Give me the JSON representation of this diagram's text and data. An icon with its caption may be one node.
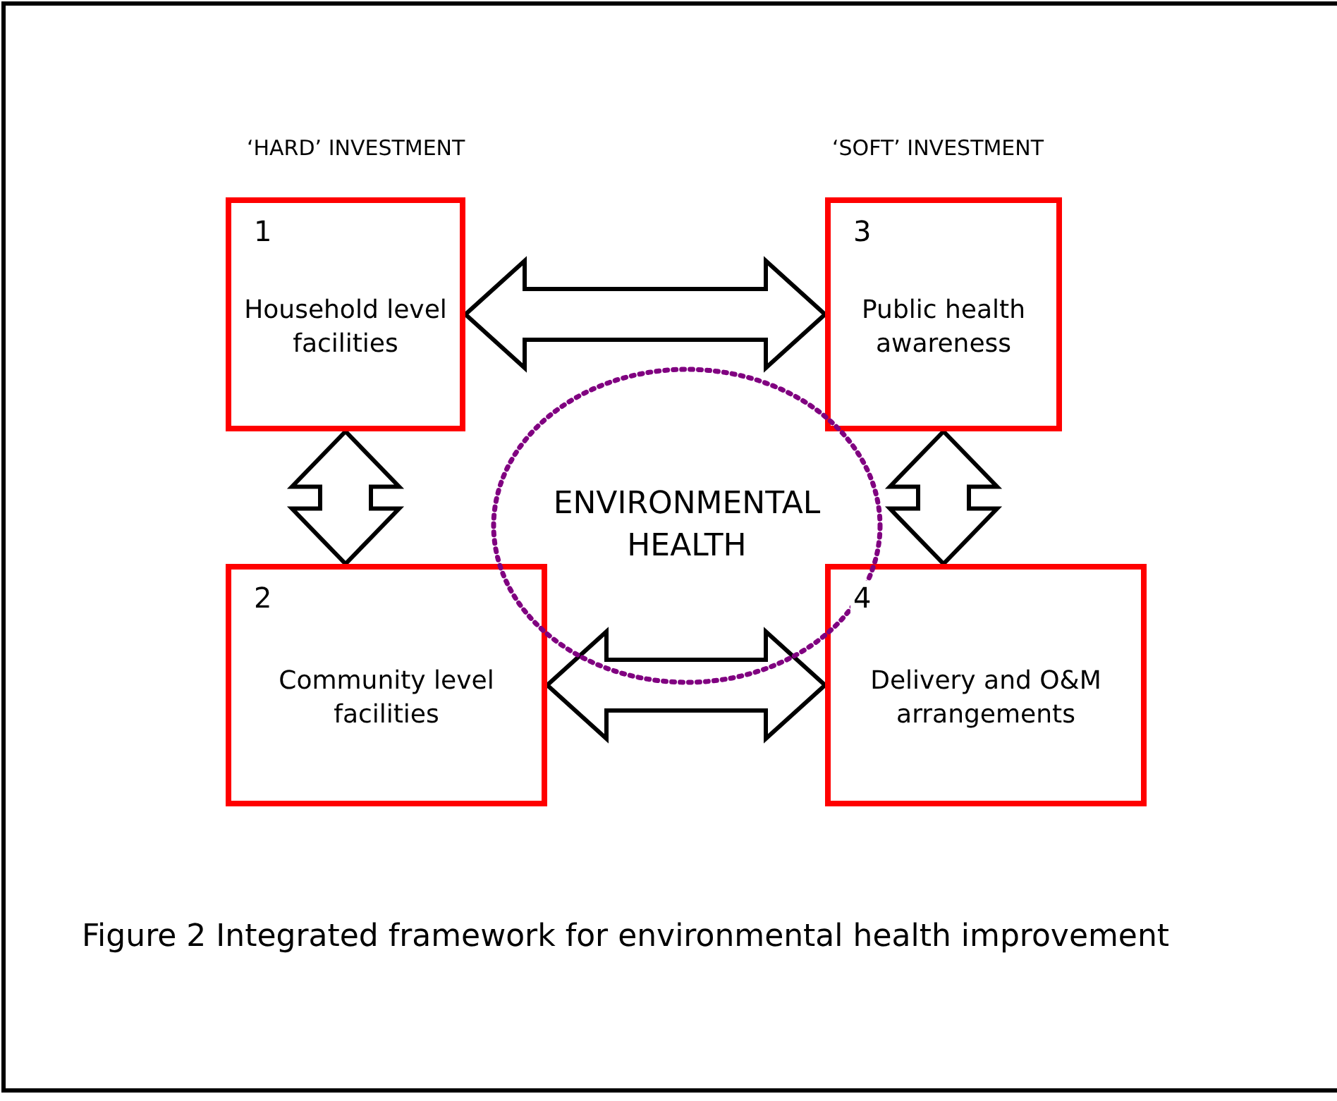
{
  "diagram": {
    "caption": "Figure 2 Integrated framework for environmental health improvement",
    "nodes": [
      {
        "text": [
          "1",
          "Household level facilities"
        ]
      },
      {
        "text": [
          "2",
          "Community level facilities"
        ]
      },
      {
        "text": [
          "3",
          "Public health awareness"
        ]
      },
      {
        "text": [
          "4",
          "Delivery and O&M arrangements"
        ]
      },
      {
        "text": [
          "ENVIRONMENTAL HEALTH"
        ]
      }
    ],
    "edges": [
      {
        "from": 0,
        "to": 2,
        "arrow": "both"
      },
      {
        "from": 0,
        "to": 1,
        "arrow": "both"
      },
      {
        "from": 2,
        "to": 3,
        "arrow": "both"
      },
      {
        "from": 1,
        "to": 3,
        "arrow": "both"
      }
    ],
    "labels": [
      "‘HARD’ INVESTMENT",
      "‘SOFT’ INVESTMENT"
    ]
  }
}
